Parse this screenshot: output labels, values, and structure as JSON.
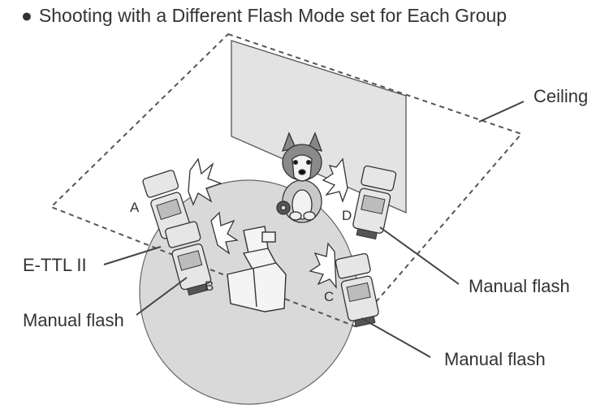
{
  "heading": "Shooting with a Different Flash Mode set for Each Group",
  "bullet": "●",
  "labels": {
    "ceiling": "Ceiling",
    "ettl": "E-TTL II",
    "manual_b": "Manual flash",
    "manual_d": "Manual flash",
    "manual_c": "Manual flash"
  },
  "groups": {
    "a": "A",
    "b": "B",
    "c": "C",
    "d": "D"
  },
  "colors": {
    "floor": "#d9d9d9",
    "wall": "#e3e3e3",
    "line": "#444444",
    "flash_body": "#e6e6e6"
  }
}
